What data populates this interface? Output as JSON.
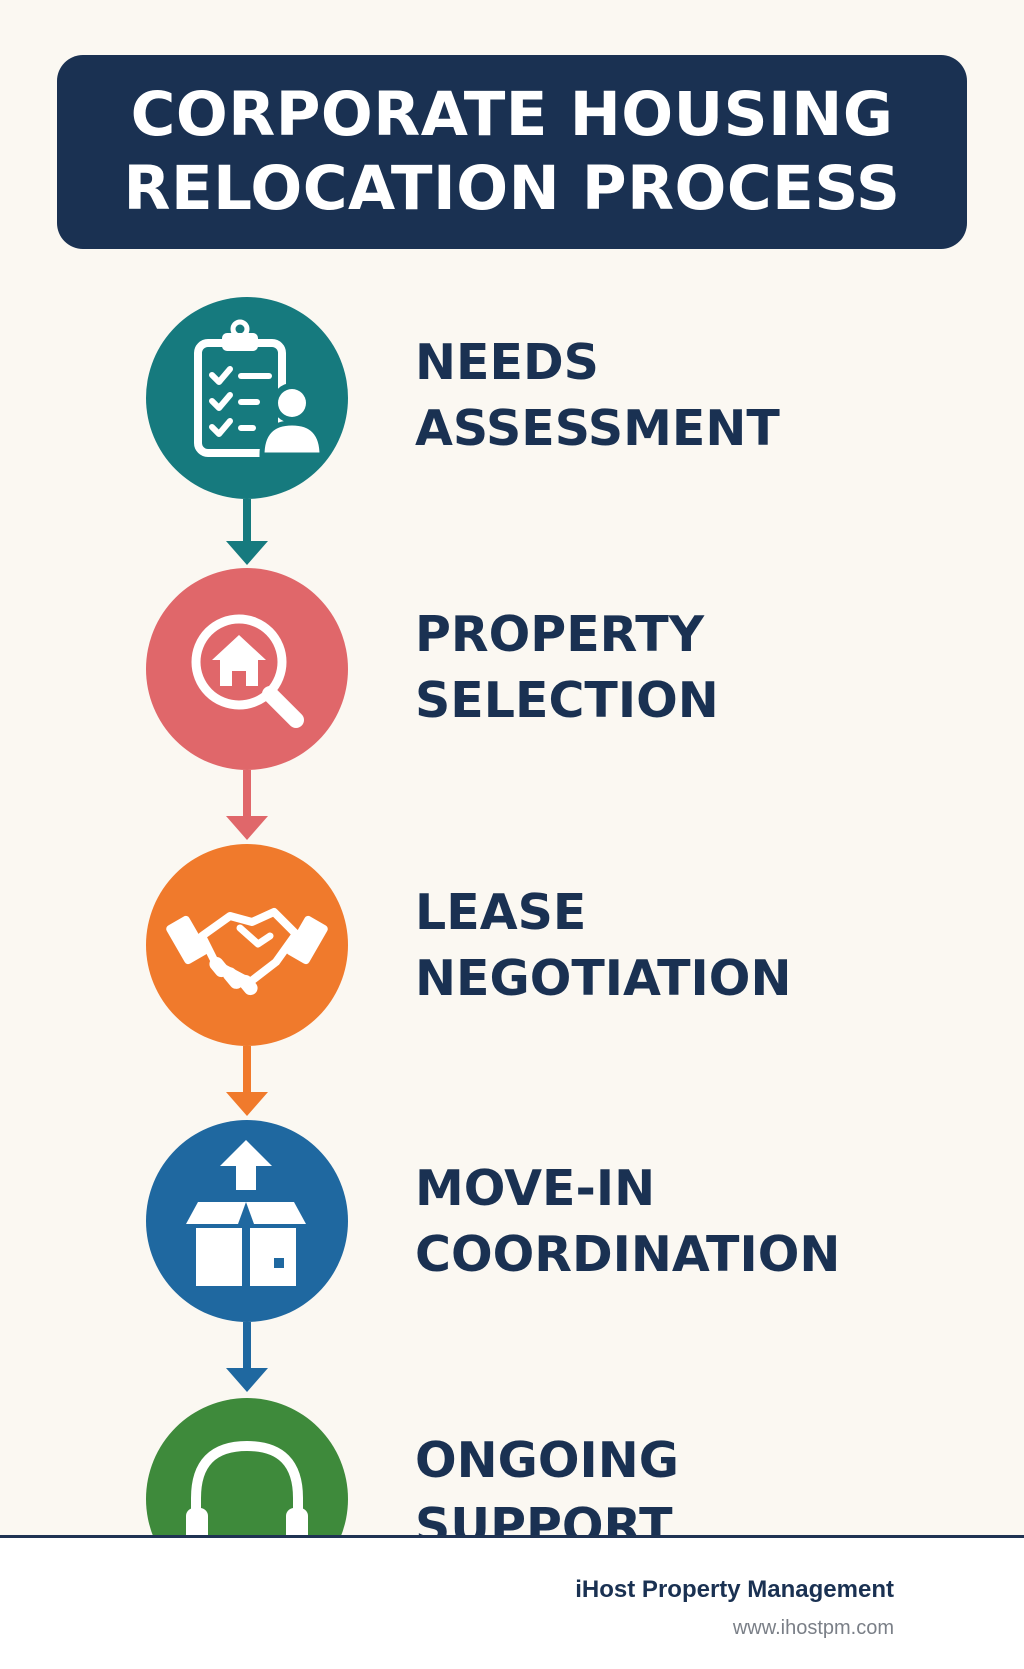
{
  "header": {
    "title_line1": "CORPORATE HOUSING",
    "title_line2": "RELOCATION PROCESS"
  },
  "steps": [
    {
      "line1": "NEEDS",
      "line2": "ASSESSMENT",
      "icon": "clipboard-checklist-person-icon",
      "color": "#167a7e"
    },
    {
      "line1": "PROPERTY",
      "line2": "SELECTION",
      "icon": "magnifier-house-icon",
      "color": "#e0676a"
    },
    {
      "line1": "LEASE",
      "line2": "NEGOTIATION",
      "icon": "handshake-icon",
      "color": "#f07a2c"
    },
    {
      "line1": "MOVE-IN",
      "line2": "COORDINATION",
      "icon": "box-upload-icon",
      "color": "#1f68a0"
    },
    {
      "line1": "ONGOING",
      "line2": "SUPPORT",
      "icon": "headset-icon",
      "color": "#3e8a3b"
    }
  ],
  "footer": {
    "company": "iHost Property Management",
    "url": "www.ihostpm.com"
  },
  "colors": {
    "navy": "#1a3152",
    "background": "#fbf8f2"
  }
}
